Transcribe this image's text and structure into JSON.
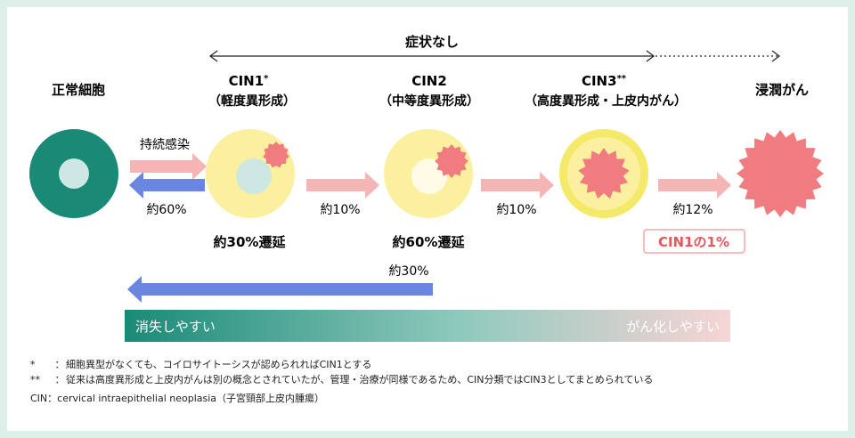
{
  "stages": {
    "normal": {
      "label": "正常細胞"
    },
    "cin1": {
      "label": "CIN1",
      "mark": "*",
      "sub": "（軽度異形成）",
      "delay": "約30%遷延"
    },
    "cin2": {
      "label": "CIN2",
      "sub": "（中等度異形成）",
      "delay": "約60%遷延"
    },
    "cin3": {
      "label": "CIN3",
      "mark": "**",
      "sub": "（高度異形成・上皮内がん）"
    },
    "cancer": {
      "label": "浸潤がん"
    }
  },
  "no_symptoms": "症状なし",
  "arrows": {
    "persistent_infection": "持続感染",
    "regress_60": "約60%",
    "cin1_to_cin2": "約10%",
    "cin2_to_cin3": "約10%",
    "cin3_to_cancer": "約12%",
    "cin1_to_cancer": "CIN1の1%",
    "regress_30": "約30%"
  },
  "gradient_bar": {
    "left": "消失しやすい",
    "right": "がん化しやすい"
  },
  "footnotes": [
    {
      "mark": "*",
      "sep": "：",
      "text": "細胞異型がなくても、コイロサイトーシスが認められればCIN1とする"
    },
    {
      "mark": "**",
      "sep": "：",
      "text": "従来は高度異形成と上皮内がんは別の概念とされていたが、管理・治療が同様であるため、CIN分類ではCIN3としてまとめられている"
    }
  ],
  "definition": {
    "term": "CIN",
    "sep": "：",
    "text": "cervical intraepithelial neoplasia（子宮頸部上皮内腫瘍）"
  },
  "colors": {
    "frame": "#dcefe9",
    "teal": "#1a8a77",
    "nucleus": "#cde7e3",
    "cell_yellow": "#fbf0a0",
    "cell_yellow_ring": "#f5e96a",
    "cancer_pink": "#f07c80",
    "arrow_pink": "#f6b5b5",
    "arrow_blue": "#6a86e0",
    "highlight_red": "#e8555c"
  }
}
